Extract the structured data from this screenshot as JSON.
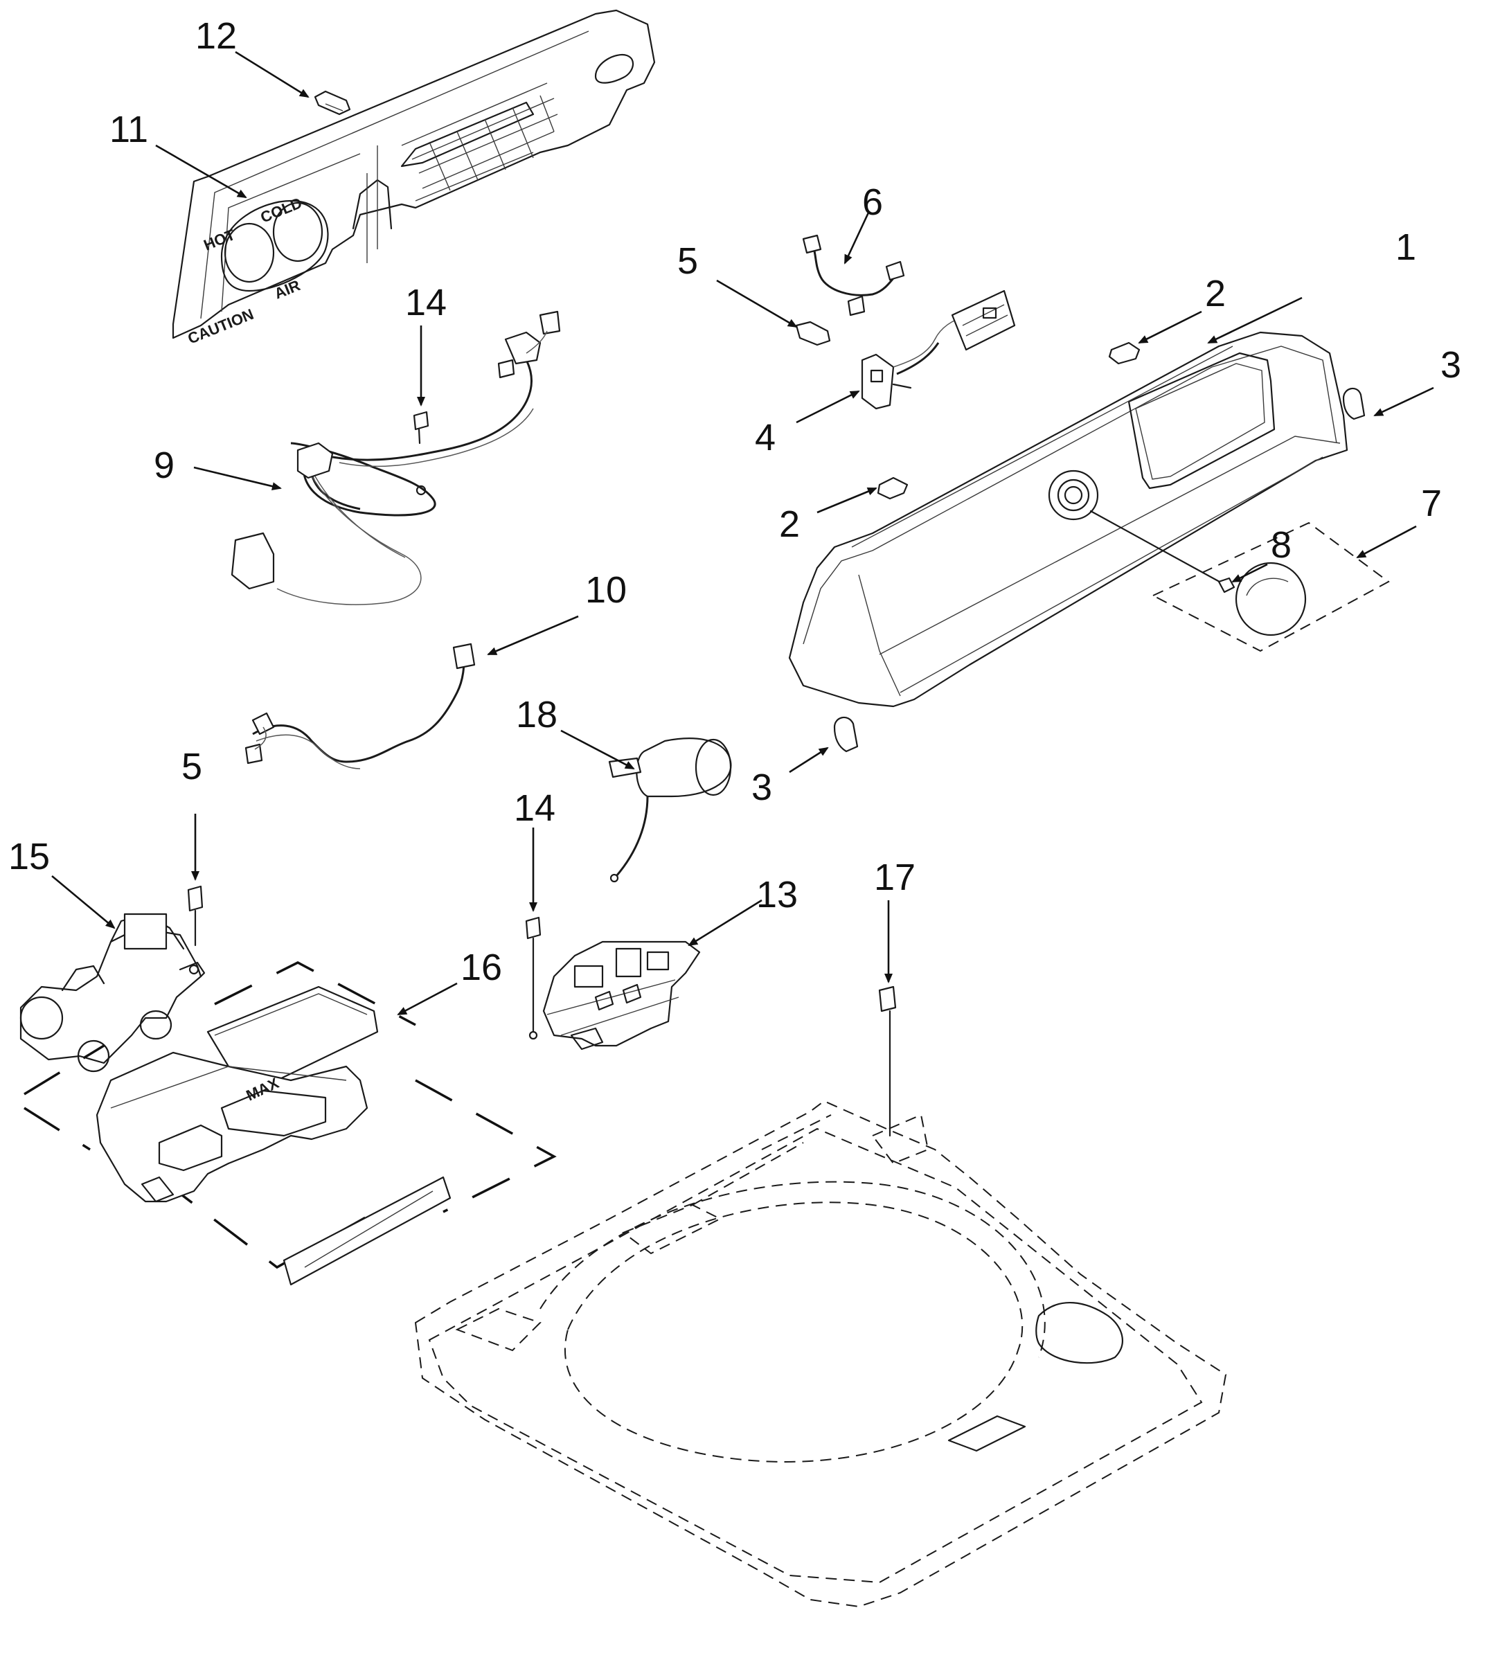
{
  "callouts": [
    {
      "id": "c1",
      "label": "1"
    },
    {
      "id": "c2a",
      "label": "2"
    },
    {
      "id": "c2b",
      "label": "2"
    },
    {
      "id": "c3a",
      "label": "3"
    },
    {
      "id": "c3b",
      "label": "3"
    },
    {
      "id": "c4",
      "label": "4"
    },
    {
      "id": "c5a",
      "label": "5"
    },
    {
      "id": "c5b",
      "label": "5"
    },
    {
      "id": "c6",
      "label": "6"
    },
    {
      "id": "c7",
      "label": "7"
    },
    {
      "id": "c8",
      "label": "8"
    },
    {
      "id": "c9",
      "label": "9"
    },
    {
      "id": "c10",
      "label": "10"
    },
    {
      "id": "c11",
      "label": "11"
    },
    {
      "id": "c12",
      "label": "12"
    },
    {
      "id": "c13",
      "label": "13"
    },
    {
      "id": "c14a",
      "label": "14"
    },
    {
      "id": "c14b",
      "label": "14"
    },
    {
      "id": "c15",
      "label": "15"
    },
    {
      "id": "c16",
      "label": "16"
    },
    {
      "id": "c17",
      "label": "17"
    },
    {
      "id": "c18",
      "label": "18"
    }
  ],
  "rear_panel_text": {
    "cold": "COLD",
    "hot": "HOT",
    "air": "AIR",
    "caution": "CAUTION"
  },
  "dispenser_text": {
    "max": "MAX"
  }
}
